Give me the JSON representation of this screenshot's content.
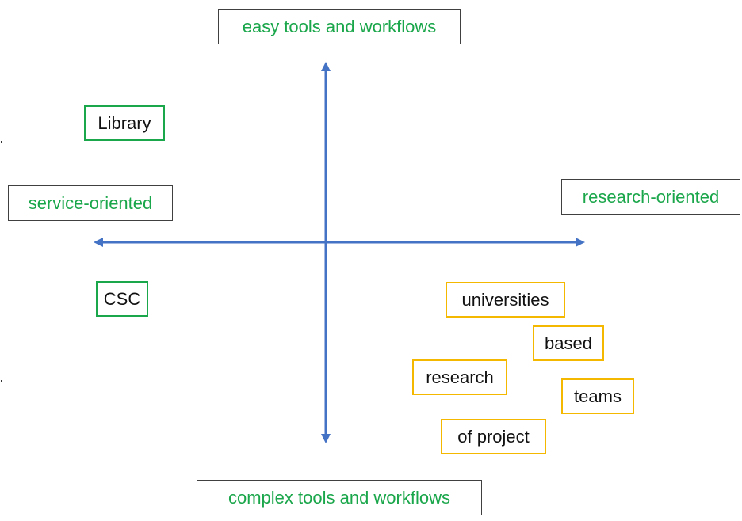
{
  "colors": {
    "axis": "#4472c4",
    "axis_label_text": "#1aa64a",
    "axis_label_border": "#404040",
    "category_border": "#1aa64a",
    "group_border": "#f5b800"
  },
  "axes": {
    "top": "easy tools and workflows",
    "bottom": "complex tools and workflows",
    "left": "service-oriented",
    "right": "research-oriented"
  },
  "categories": {
    "library": "Library",
    "csc": "CSC"
  },
  "groups": {
    "universities": "universities",
    "based": "based",
    "research": "research",
    "teams": "teams",
    "of_project": "of project"
  }
}
